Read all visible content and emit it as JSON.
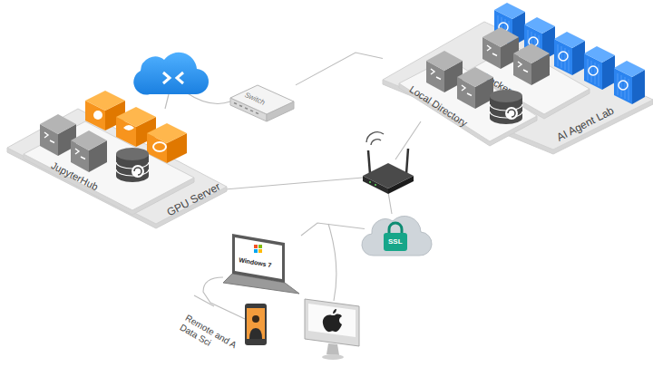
{
  "diagram": {
    "nodes": [
      {
        "text": [
          "GPU Server"
        ]
      },
      {
        "text": [
          "JupyterHub"
        ],
        "in": 0
      },
      {
        "text": [
          "Switch"
        ]
      },
      {
        "text": [
          "AI Agent Lab"
        ]
      },
      {
        "text": [
          "Docker"
        ],
        "in": 3
      },
      {
        "text": [
          "Local Directory"
        ],
        "in": 3
      },
      {
        "text": [
          "SSL"
        ]
      },
      {
        "text": [
          "Windows 7"
        ]
      }
    ],
    "edges": [
      {
        "from": 2,
        "to": 3,
        "arrow": "none"
      },
      {
        "from": 6,
        "to": 7,
        "arrow": "none"
      }
    ],
    "labels": [
      "Remote and A Data Sci"
    ]
  }
}
